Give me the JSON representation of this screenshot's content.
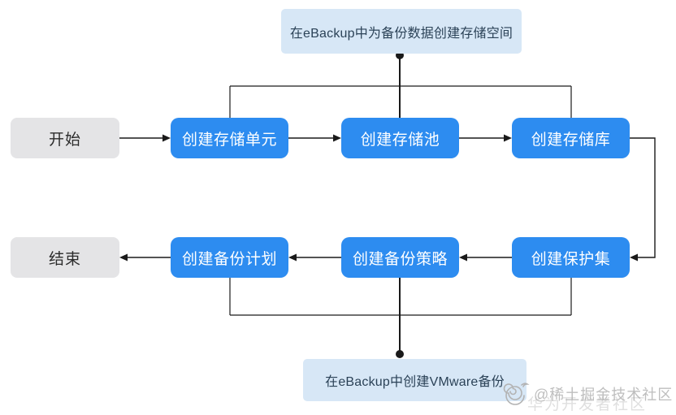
{
  "colors": {
    "node_blue": "#2d8cf0",
    "node_blue_text": "#ffffff",
    "note_bg": "#d7e7f6",
    "note_text": "#2b4257",
    "terminal_bg": "#e4e4e6",
    "terminal_text": "#2b2b2b",
    "line": "#1a1a1a",
    "watermark": "#b3b3b3",
    "watermark_faint": "#d8d8d8"
  },
  "diagram": {
    "top_note": "在eBackup中为备份数据创建存储空间",
    "bottom_note": "在eBackup中创建VMware备份",
    "start_label": "开始",
    "end_label": "结束",
    "row1": [
      "创建存储单元",
      "创建存储池",
      "创建存储库"
    ],
    "row2": [
      "创建备份计划",
      "创建备份策略",
      "创建保护集"
    ]
  },
  "watermark": {
    "text": "@稀土掘金技术社区",
    "shadow_text": "华为开发者社区"
  }
}
